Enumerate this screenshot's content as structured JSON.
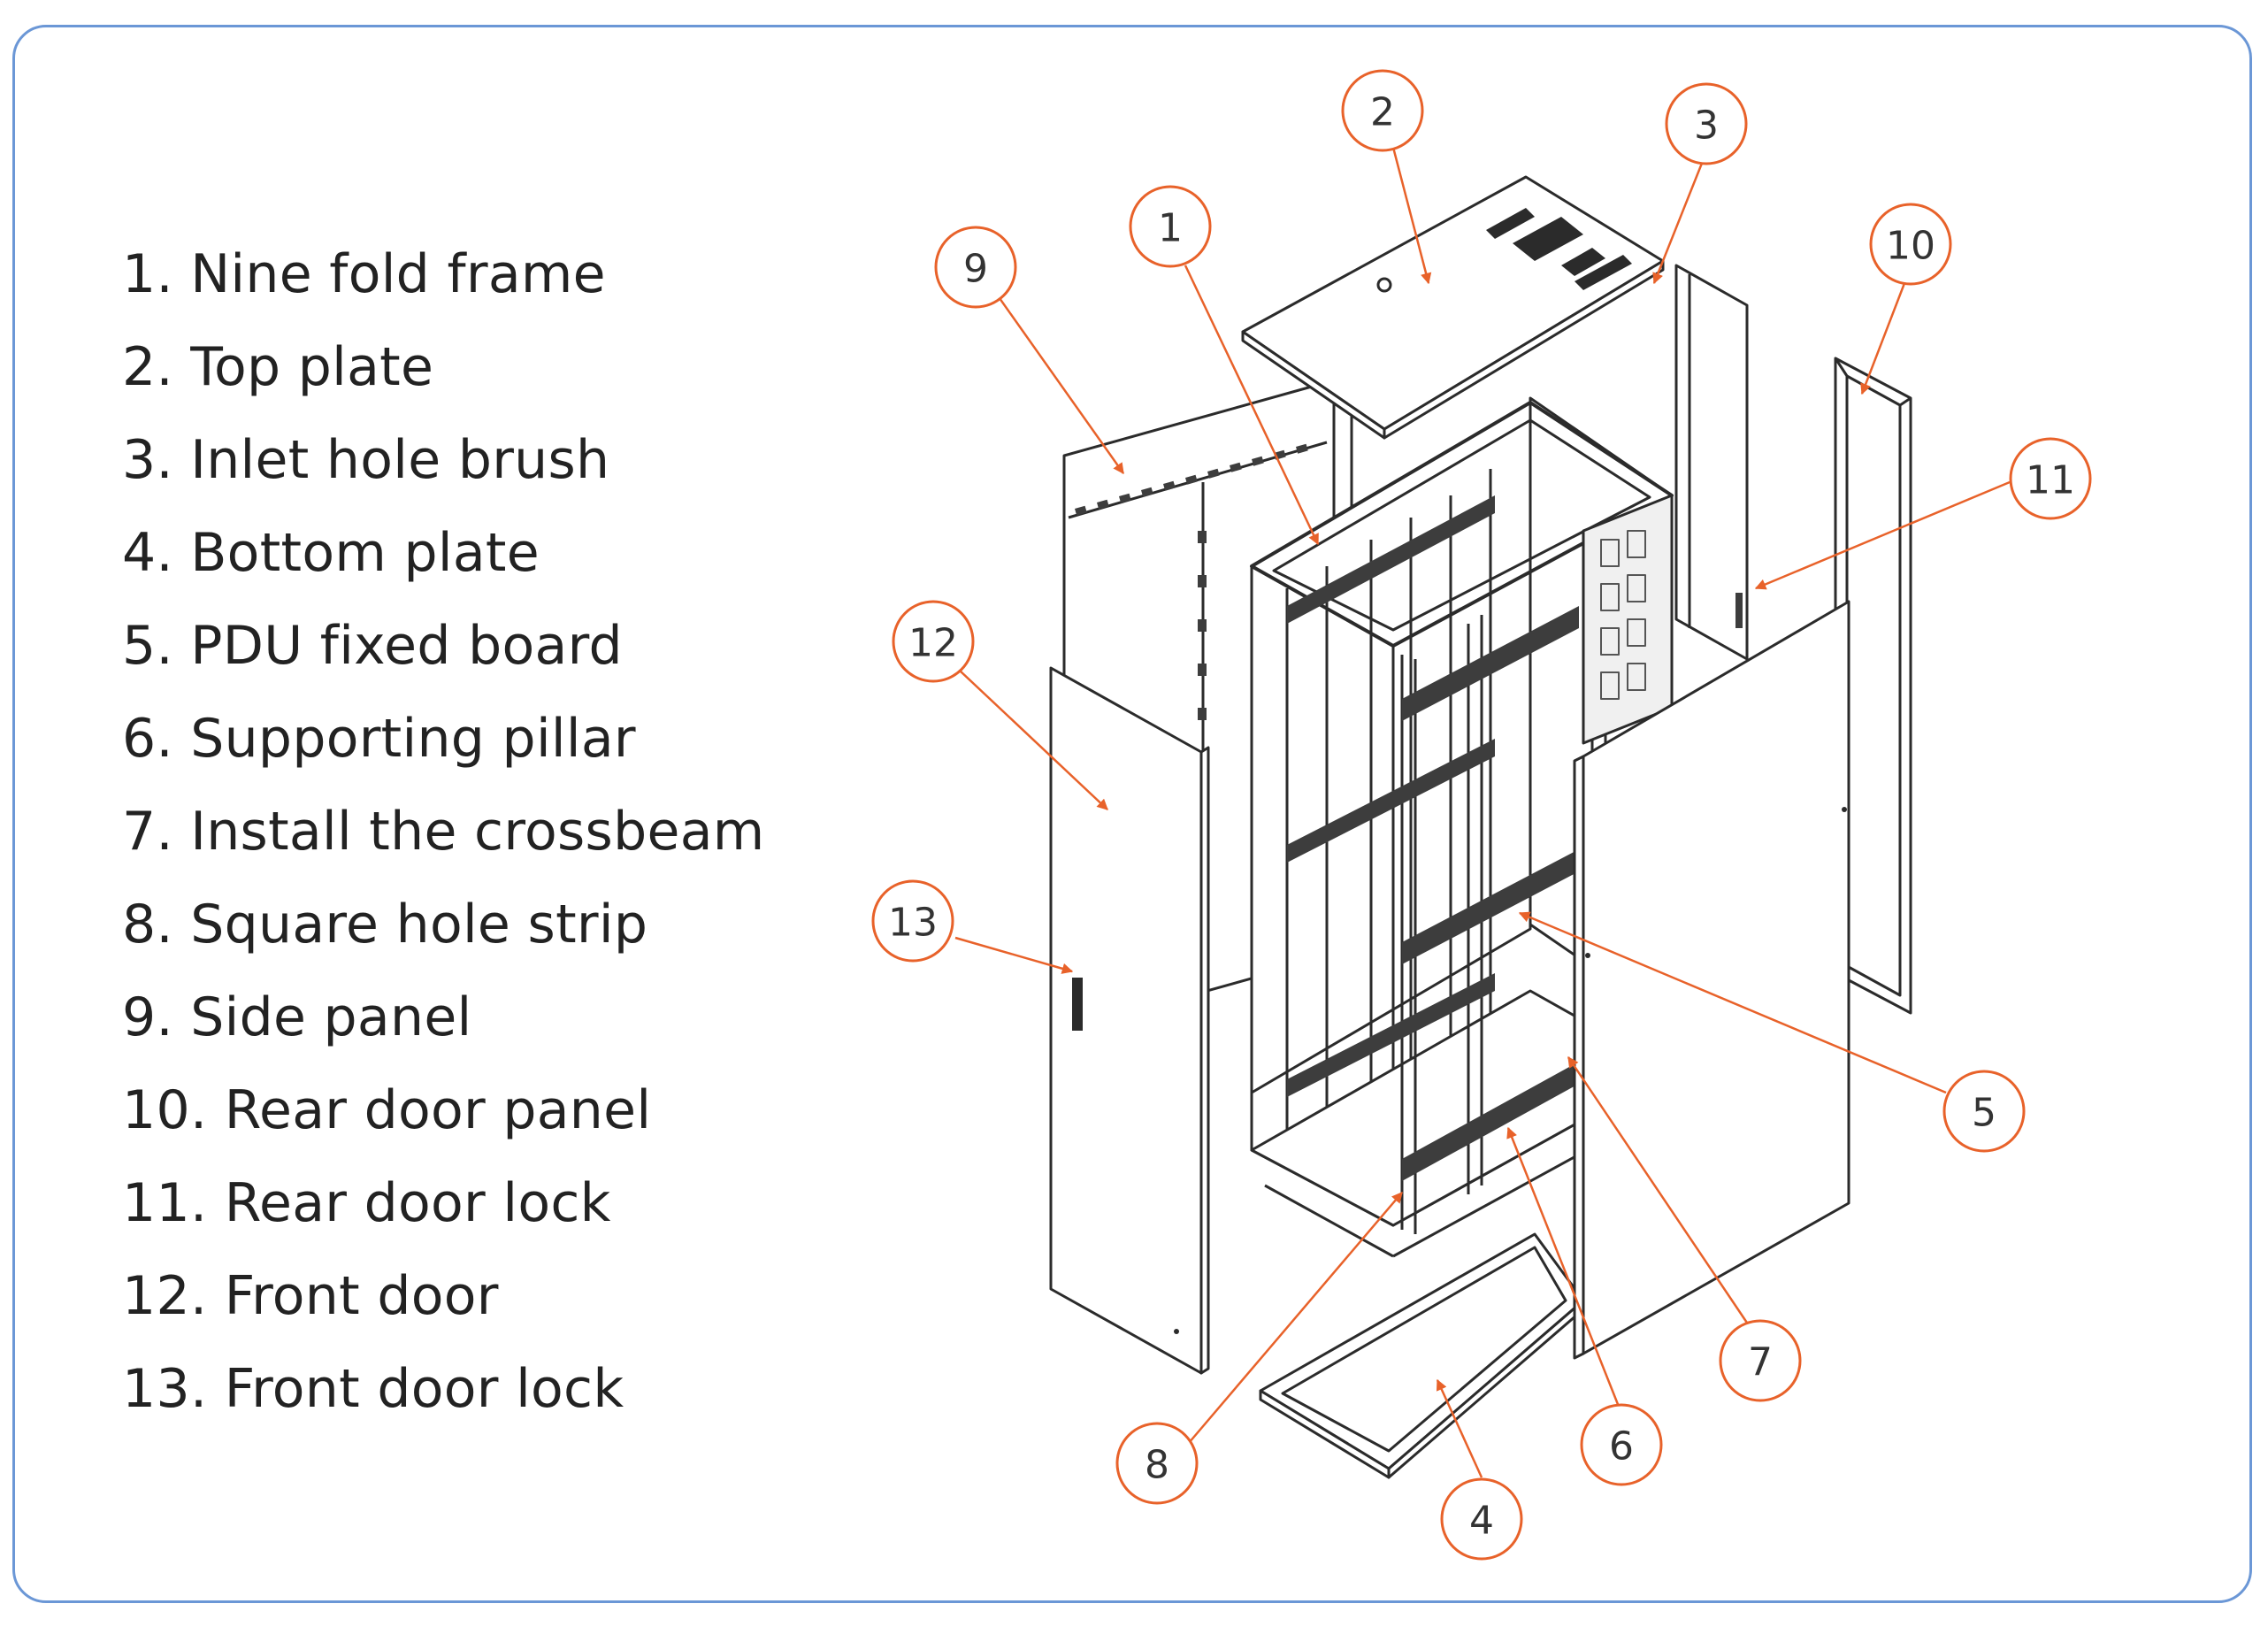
{
  "legend": [
    "1. Nine fold frame",
    "2. Top plate",
    "3. Inlet hole brush",
    "4. Bottom plate",
    "5. PDU fixed board",
    "6. Supporting pillar",
    "7. Install the crossbeam",
    "8. Square hole strip",
    "9. Side panel",
    "10. Rear door panel",
    "11. Rear door lock",
    "12. Front door",
    "13. Front door lock"
  ],
  "callouts": [
    "1",
    "2",
    "3",
    "4",
    "5",
    "6",
    "7",
    "8",
    "9",
    "10",
    "11",
    "12",
    "13"
  ],
  "colors": {
    "frame_border": "#6b97d6",
    "callout": "#e8622a",
    "line": "#2b2b2b",
    "bar": "#3d3d3d"
  }
}
